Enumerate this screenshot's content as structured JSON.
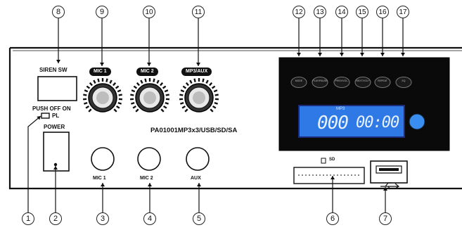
{
  "panel": {
    "siren_label": "SIREN SW",
    "push_label": "PUSH OFF ON",
    "pl_label": "PL",
    "power_label": "POWER",
    "model_text": "PA01001MP3x3/USB/SD/SA"
  },
  "knobs": [
    {
      "label": "MIC 1"
    },
    {
      "label": "MIC 2"
    },
    {
      "label": "MP3/AUX"
    }
  ],
  "jacks": [
    {
      "label": "MIC 1"
    },
    {
      "label": "MIC 2"
    },
    {
      "label": "AUX"
    }
  ],
  "mp3_module": {
    "buttons": [
      "MODE",
      "PLAY/PAUSE",
      "PREV/VOL-",
      "NEXT/VOL+",
      "REPEAT",
      "EQ"
    ],
    "display_tag": "MP3",
    "display_track": "000",
    "display_time": "00:00",
    "sd_label": "SD",
    "accent_blue": "#3a8ef0",
    "display_bg": "#2f79e6"
  },
  "callouts": [
    {
      "num": "1",
      "target": "pilot-lamp"
    },
    {
      "num": "2",
      "target": "power-switch"
    },
    {
      "num": "3",
      "target": "mic1-jack"
    },
    {
      "num": "4",
      "target": "mic2-jack"
    },
    {
      "num": "5",
      "target": "aux-jack"
    },
    {
      "num": "6",
      "target": "sd-slot"
    },
    {
      "num": "7",
      "target": "usb-port"
    },
    {
      "num": "8",
      "target": "siren-switch"
    },
    {
      "num": "9",
      "target": "mic1-knob"
    },
    {
      "num": "10",
      "target": "mic2-knob"
    },
    {
      "num": "11",
      "target": "mp3-aux-knob"
    },
    {
      "num": "12",
      "target": "mode-button"
    },
    {
      "num": "13",
      "target": "play-pause-button"
    },
    {
      "num": "14",
      "target": "prev-button"
    },
    {
      "num": "15",
      "target": "next-button"
    },
    {
      "num": "16",
      "target": "repeat-button"
    },
    {
      "num": "17",
      "target": "eq-button"
    }
  ]
}
